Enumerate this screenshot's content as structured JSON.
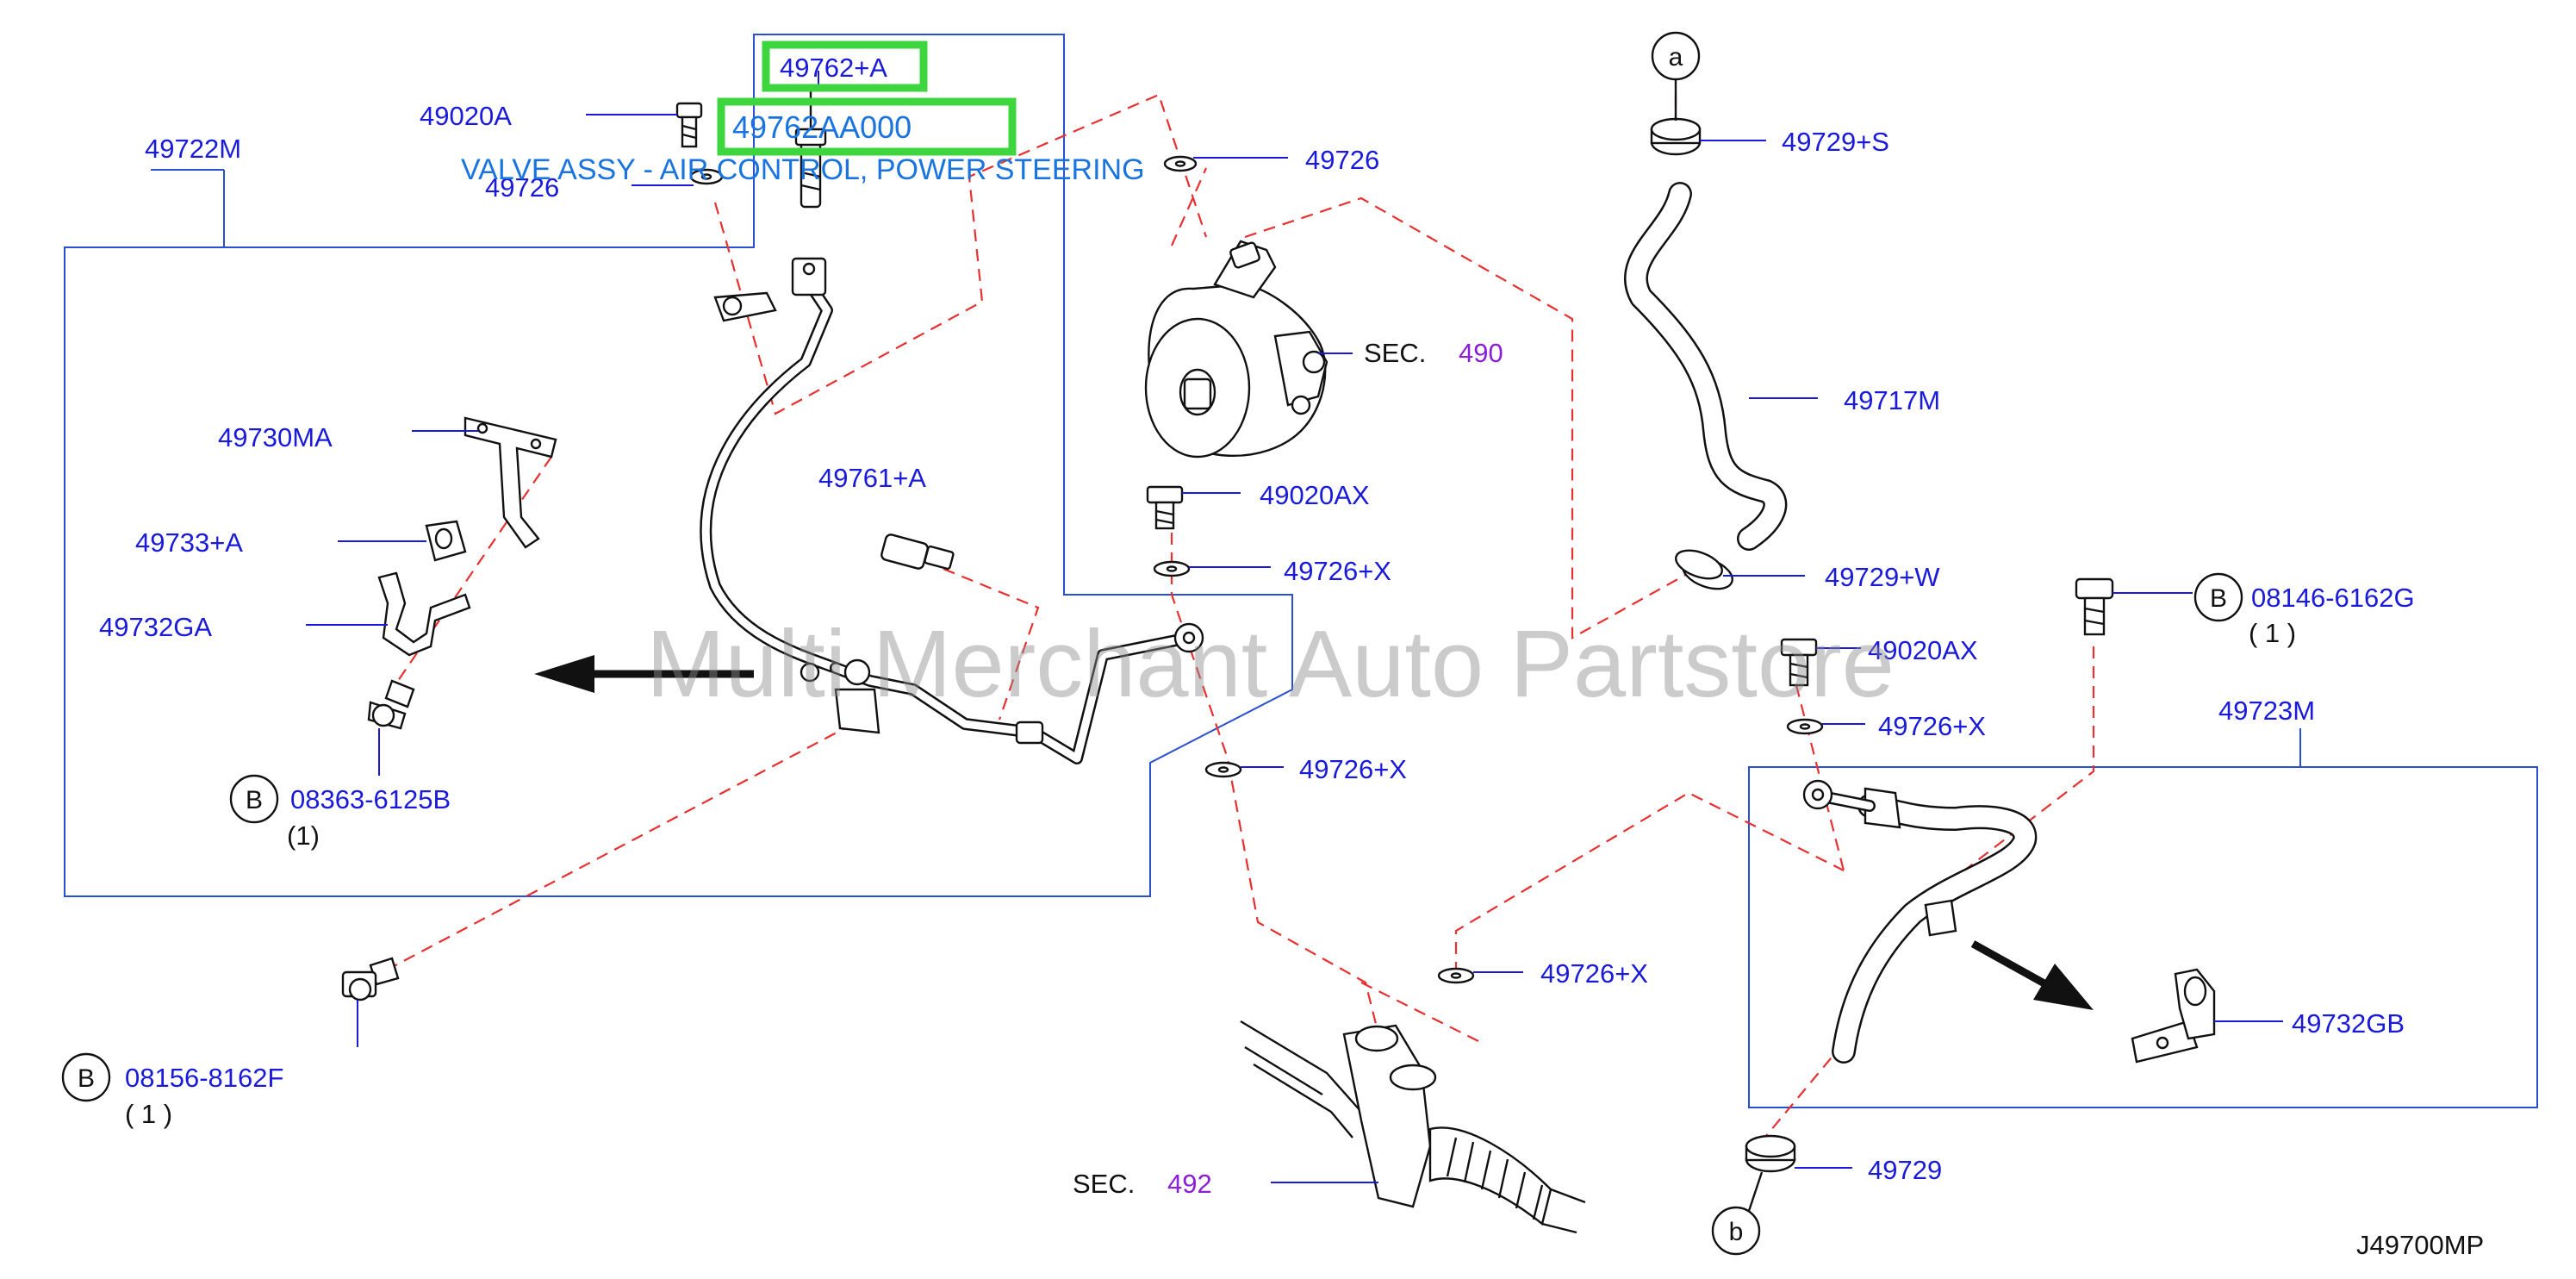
{
  "diagram": {
    "code": "J49700MP",
    "watermark": "Multi Merchant Auto Partstore"
  },
  "highlight": {
    "part_ref": "49762+A",
    "part_number": "49762AA000",
    "description": "VALVE ASSY - AIR CONTROL, POWER STEERING"
  },
  "labels": {
    "p49020A": "49020A",
    "p49722M": "49722M",
    "p49726_left": "49726",
    "p49726_top": "49726",
    "p49730MA": "49730MA",
    "p49733A": "49733+A",
    "p49732GA": "49732GA",
    "p49761A": "49761+A",
    "p49020AX_1": "49020AX",
    "p49726X_1": "49726+X",
    "p49726X_2": "49726+X",
    "p49726X_3": "49726+X",
    "p49726X_4": "49726+X",
    "p49020AX_2": "49020AX",
    "p49729S": "49729+S",
    "p49717M": "49717M",
    "p49729W": "49729+W",
    "p49723M": "49723M",
    "p49732GB": "49732GB",
    "p49729": "49729",
    "sec490_prefix": "SEC.",
    "sec490_num": "490",
    "sec492_prefix": "SEC.",
    "sec492_num": "492",
    "bolt_08363": "08363-6125B",
    "bolt_08363_qty": "(1)",
    "bolt_08156": "08156-8162F",
    "bolt_08156_qty": "( 1 )",
    "bolt_08146": "08146-6162G",
    "bolt_08146_qty": "( 1 )",
    "ref_B": "B",
    "ref_a": "a",
    "ref_b": "b"
  },
  "colors": {
    "label_blue": "#1a1adb",
    "highlight_green": "#3ed63e",
    "highlight_text": "#1a74e0",
    "section_purple": "#8a1fd6",
    "dash_red": "#e83030",
    "frame_blue": "#2a4fd0"
  }
}
